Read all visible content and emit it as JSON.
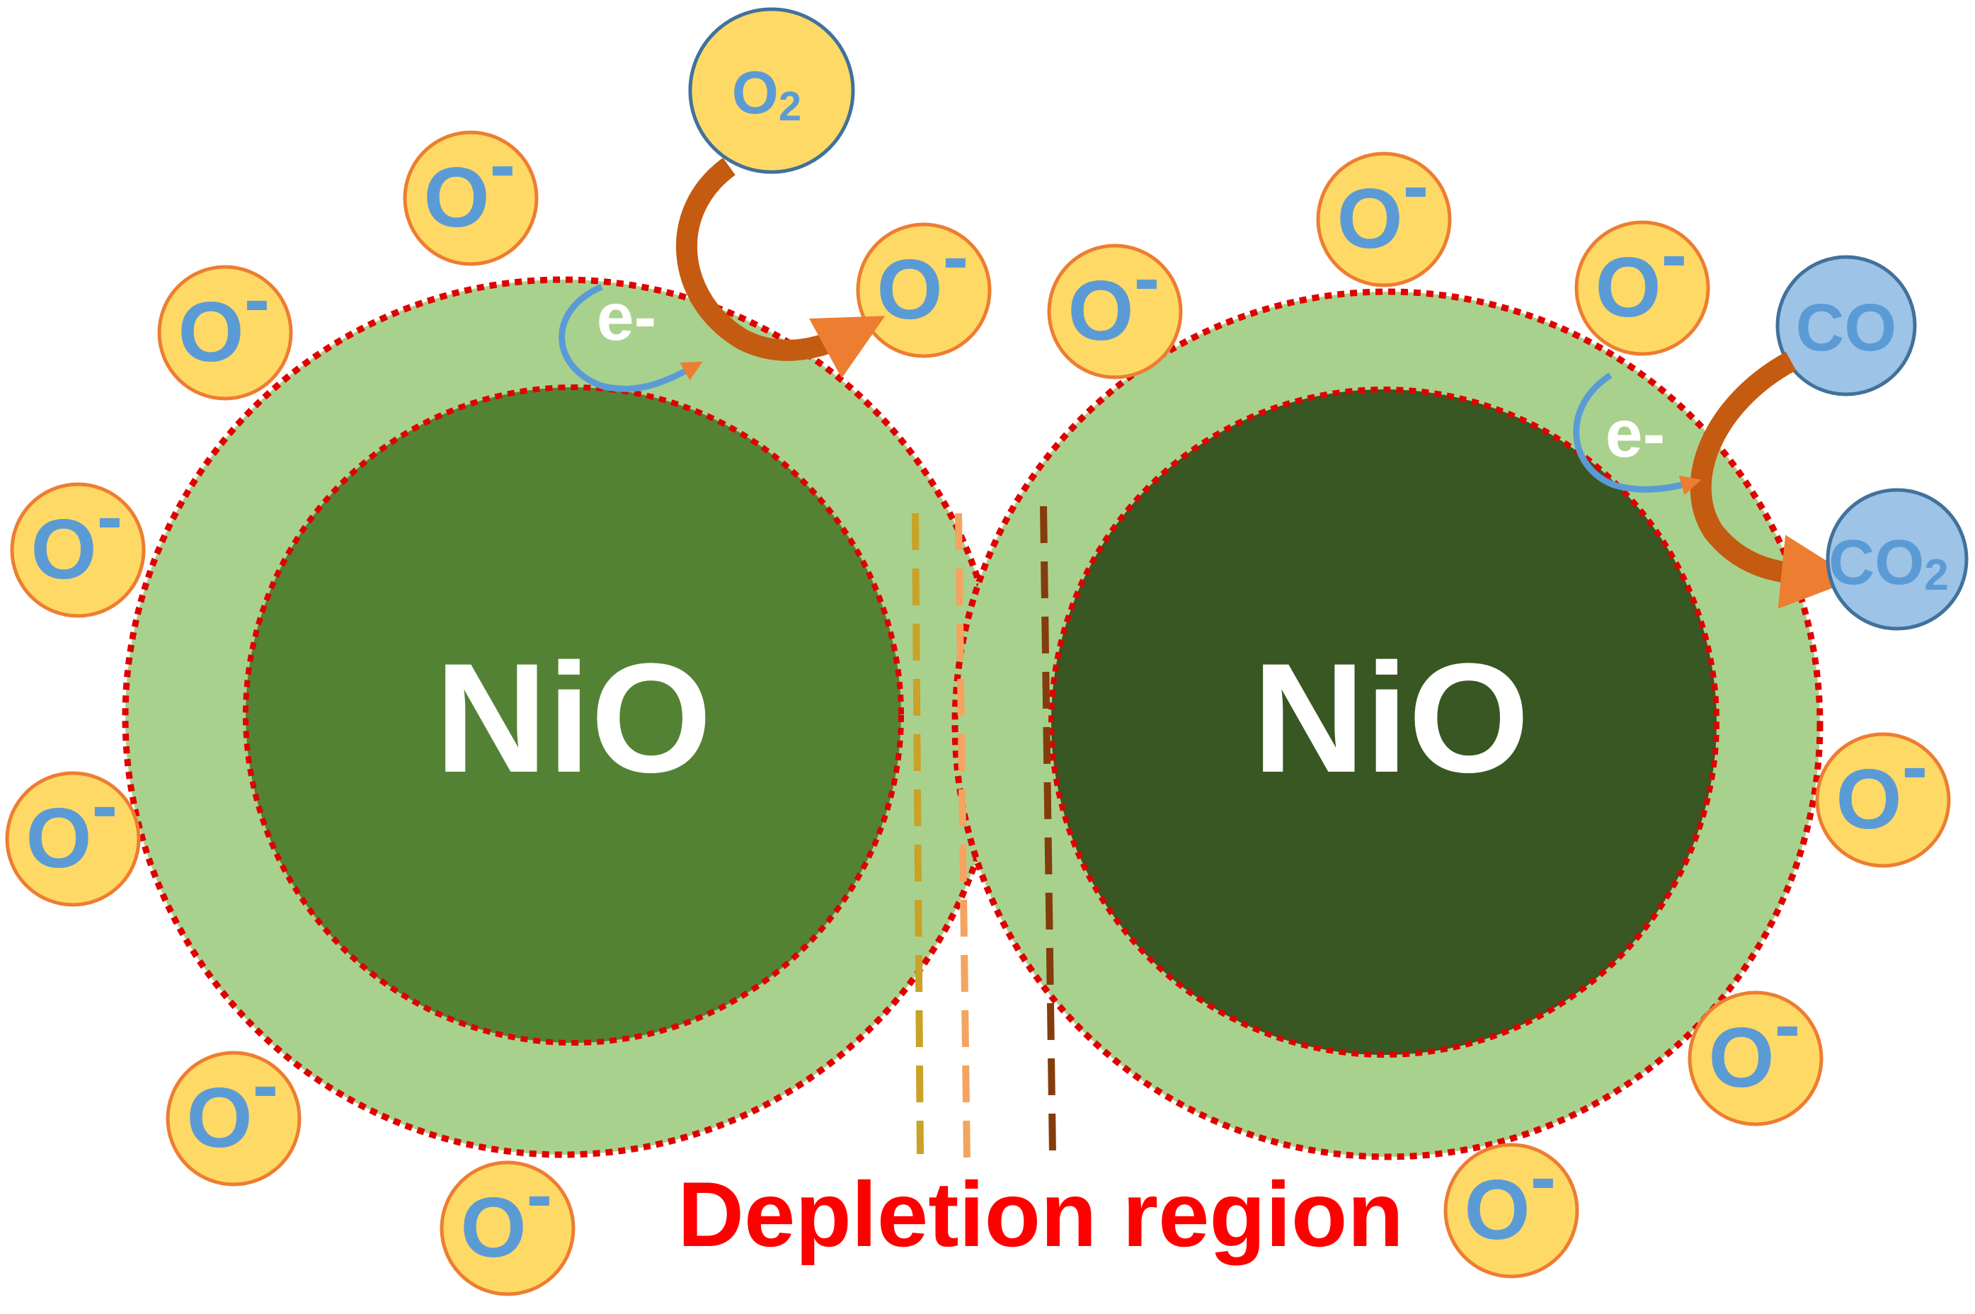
{
  "particles": [
    {
      "label": "NiO"
    },
    {
      "label": "NiO"
    }
  ],
  "ion": {
    "base": "O",
    "charge": "-"
  },
  "electron_label": "e-",
  "reactions": {
    "oxygen": {
      "base": "O",
      "subscript": "2"
    },
    "co": {
      "label": "CO"
    },
    "co2": {
      "base": "CO",
      "subscript": "2"
    }
  },
  "depletion_label": "Depletion region",
  "colors": {
    "shell": "#a9d18e",
    "core_left": "#548235",
    "core_right": "#385723",
    "boundary": "#e00000",
    "ion_fill": "#ffd966",
    "ion_stroke": "#ed7d31",
    "ion_text": "#5b9bd5",
    "gas_fill": "#9dc3e6",
    "gas_stroke": "#41719c",
    "arrow": "#c55a11",
    "depletion_text": "#ff0000"
  }
}
